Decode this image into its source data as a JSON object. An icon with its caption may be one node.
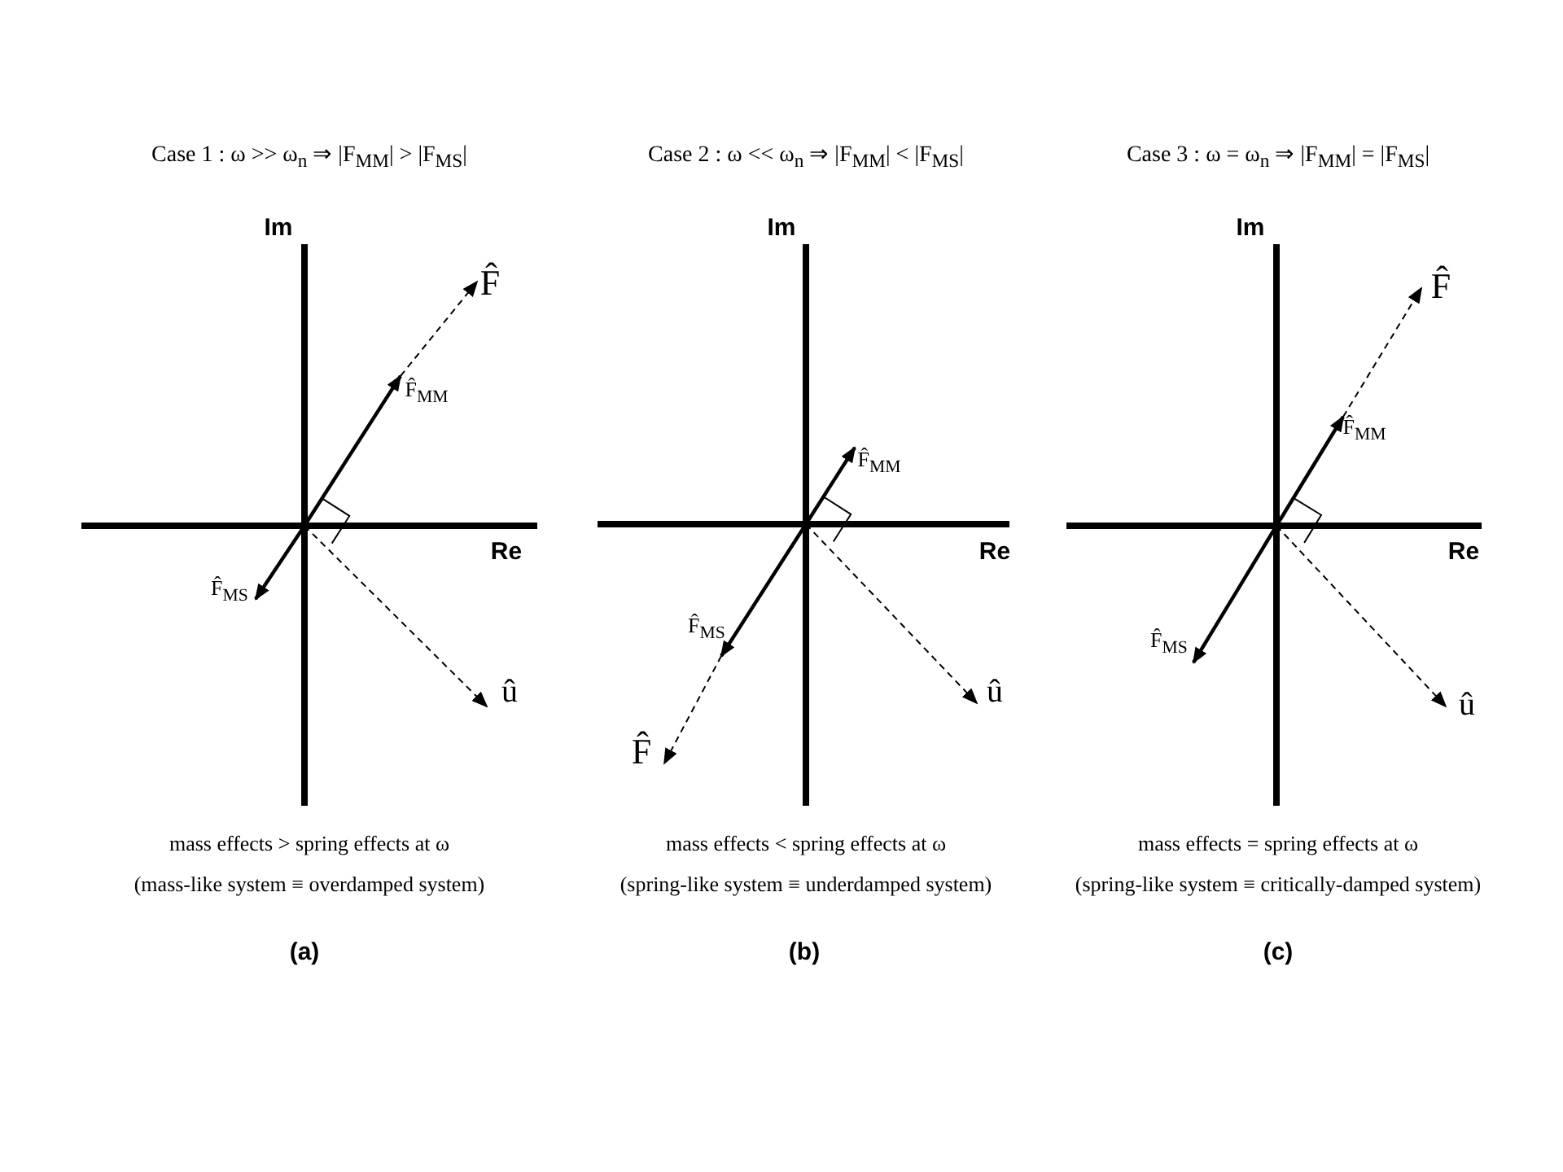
{
  "diagram": {
    "labels": [
      "Case 1 :  ω >> ω$_{n}$ ⇒ |F$_{MM}$| > |F$_{MS}$|",
      "Case 2 :  ω << ω$_{n}$ ⇒ |F$_{MM}$| < |F$_{MS}$|",
      "Case 3 :  ω = ω$_{n}$ ⇒ |F$_{MM}$| = |F$_{MS}$|",
      "Im",
      "Im",
      "Im",
      "F̂",
      "F̂",
      "F̂$_{MM}$",
      "F̂$_{MM}$",
      "F̂$_{MM}$",
      "Re",
      "Re",
      "Re",
      "F̂$_{MS}$",
      "F̂$_{MS}$",
      "F̂$_{MS}$",
      "û",
      "û",
      "û",
      "F̂",
      "mass effects  >  spring effects at ω",
      "mass effects  < spring effects at ω",
      "mass effects  = spring effects at ω",
      "(mass-like system ≡  overdamped system)",
      "(spring-like system ≡  underdamped system)",
      "(spring-like system ≡  critically-damped system)",
      "(a)",
      "(b)",
      "(c)"
    ]
  }
}
